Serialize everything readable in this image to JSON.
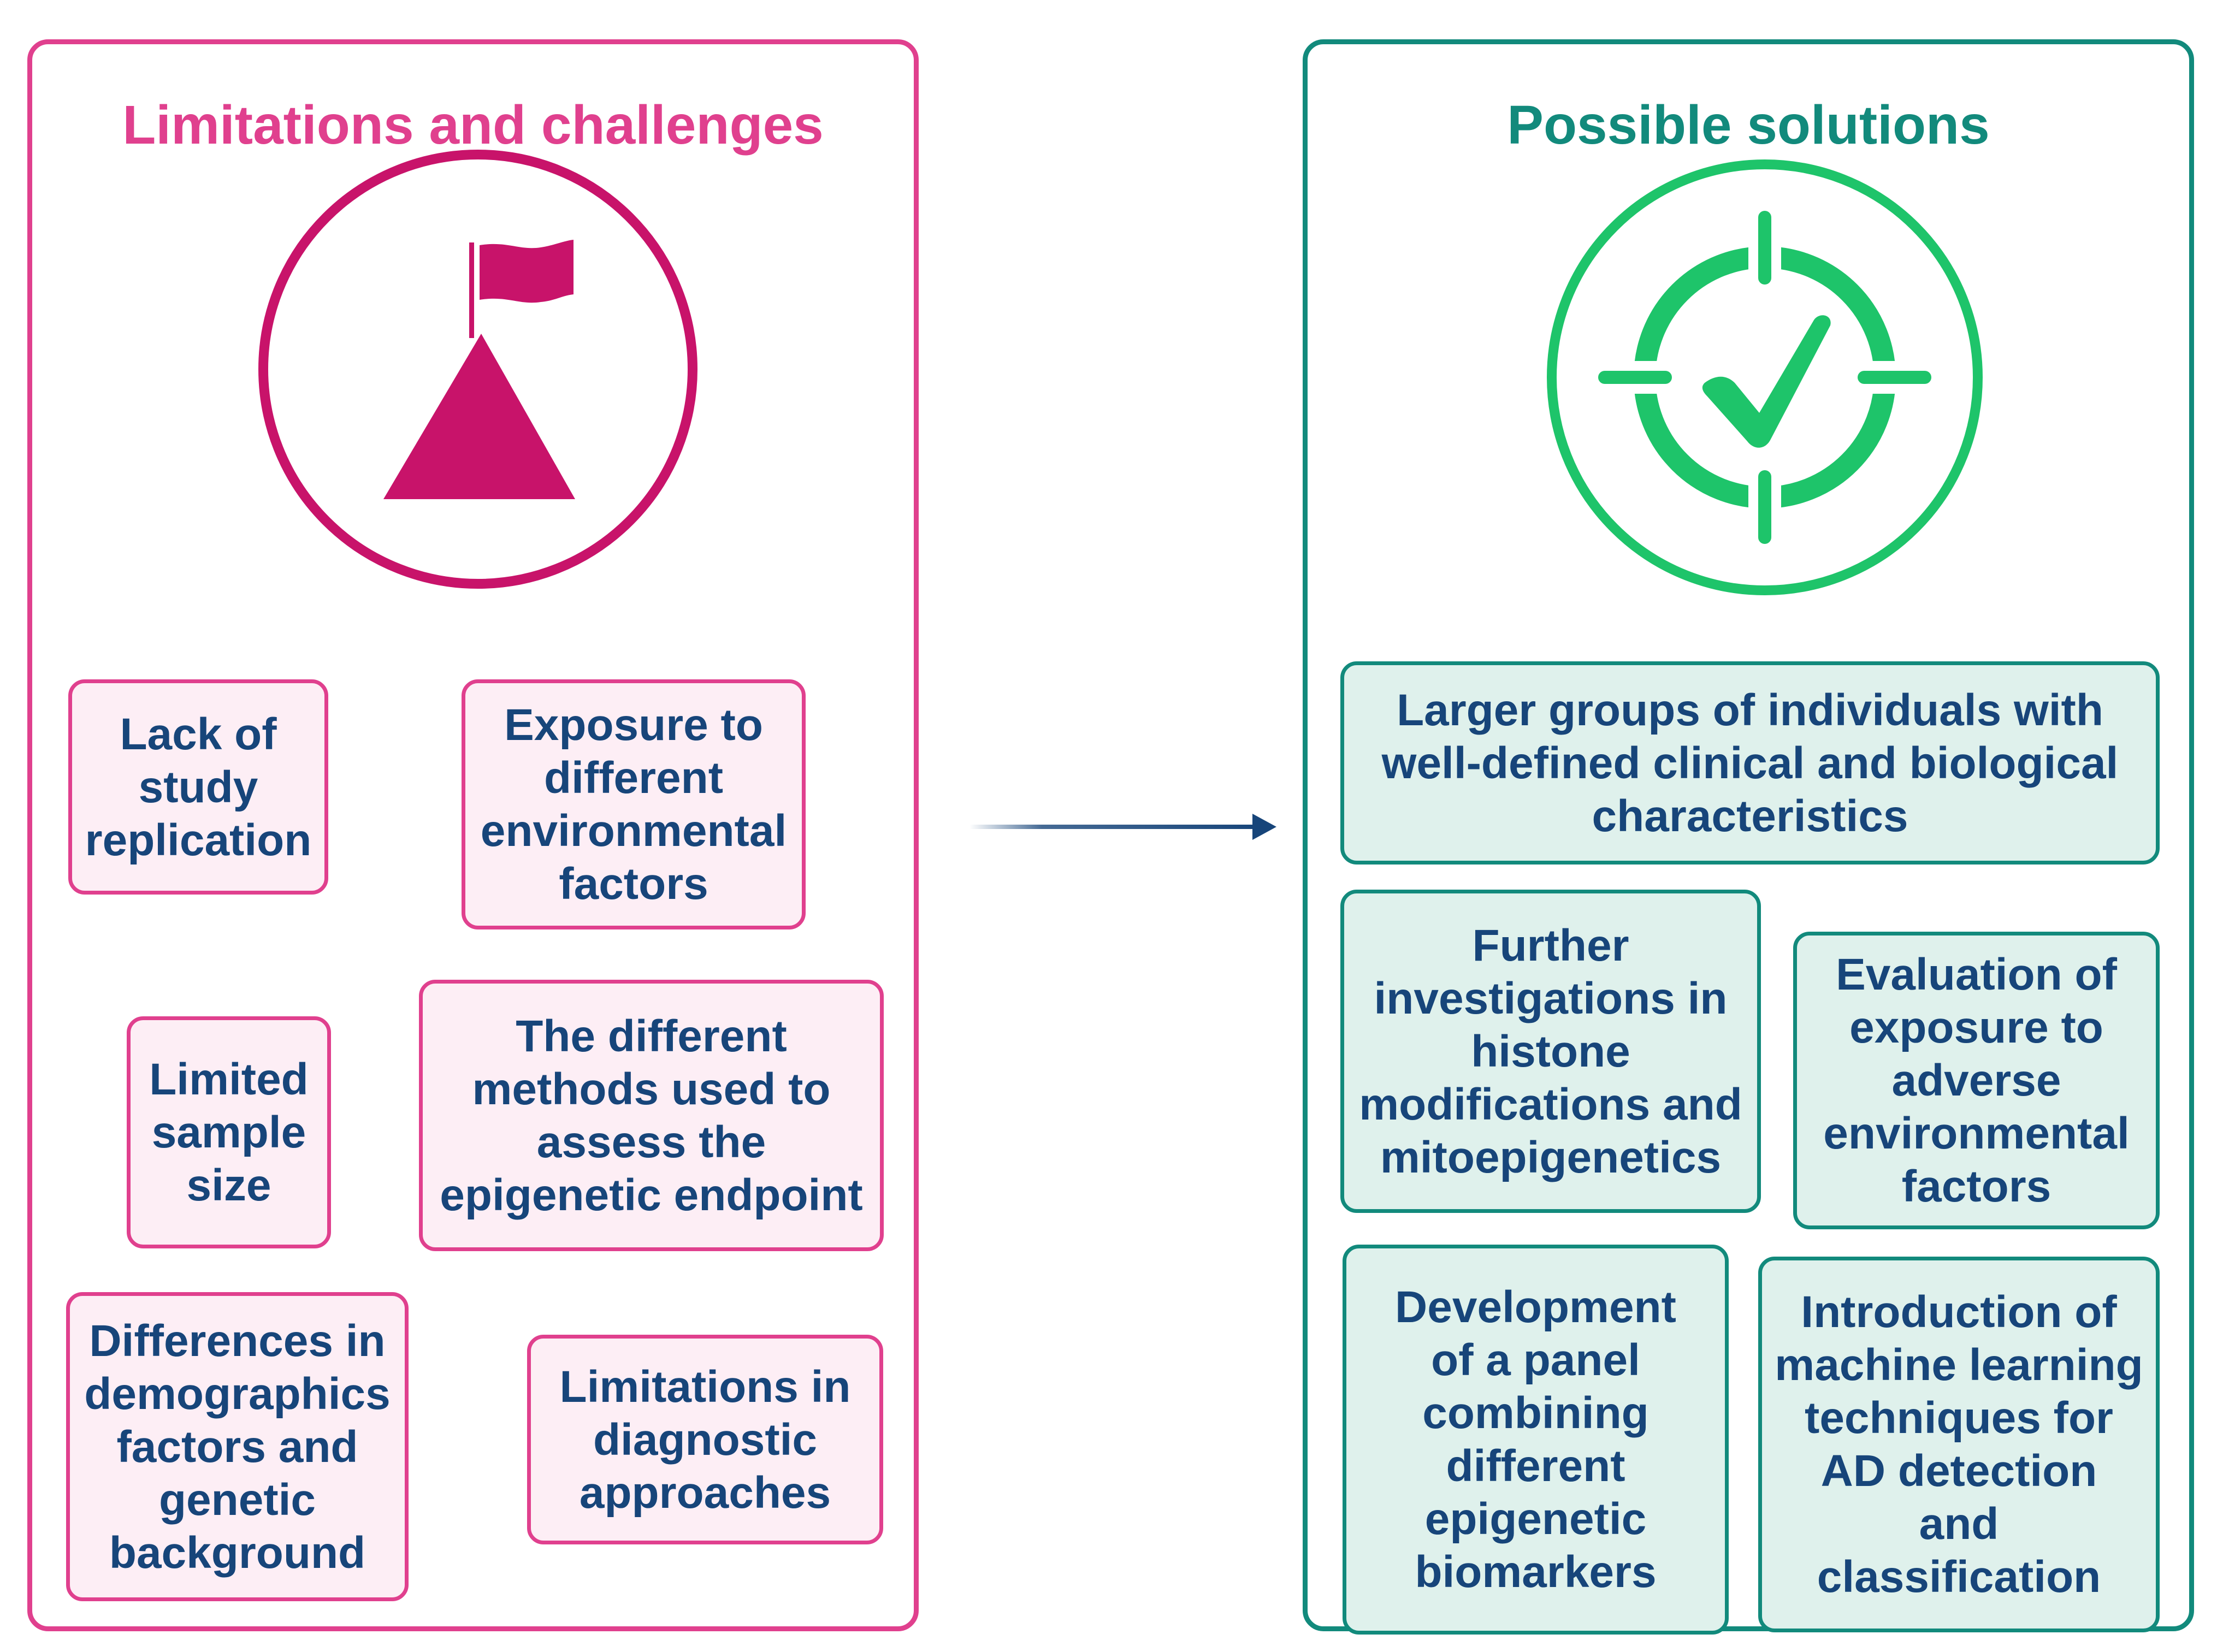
{
  "limitations": {
    "title": "Limitations and challenges",
    "icon": "mountain-flag-icon",
    "color": "#e0408e",
    "icon_color": "#c8136a",
    "boxes": [
      "Lack of\nstudy\nreplication",
      "Exposure to\ndifferent\nenvironmental\nfactors",
      "Limited\nsample\nsize",
      "The different\nmethods used to\nassess the\nepigenetic endpoint",
      "Differences in\ndemographics\nfactors and\ngenetic\nbackground",
      "Limitations in\ndiagnostic\napproaches"
    ]
  },
  "solutions": {
    "title": "Possible solutions",
    "icon": "target-check-icon",
    "color": "#128a7c",
    "icon_color": "#1ec46a",
    "boxes": [
      "Larger groups of individuals with\nwell-defined clinical and biological\ncharacteristics",
      "Further\ninvestigations in\nhistone\nmodifications and\nmitoepigenetics",
      "Evaluation of\nexposure to\nadverse\nenvironmental\nfactors",
      "Development\nof a panel\ncombining\ndifferent\nepigenetic\nbiomarkers",
      "Introduction of\nmachine learning\ntechniques for\nAD detection\nand\nclassification"
    ]
  },
  "connector": {
    "icon": "arrow-right-icon",
    "color": "#17457a"
  },
  "text_color": "#17457a"
}
